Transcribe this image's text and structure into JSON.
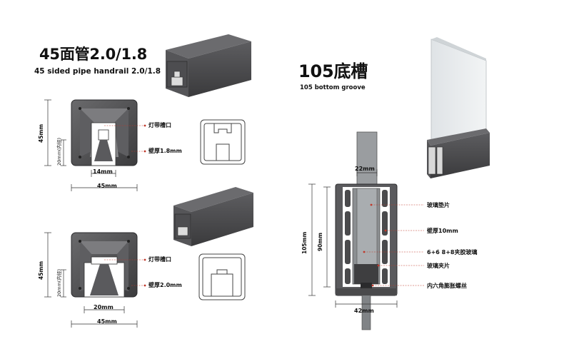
{
  "section1": {
    "title": "45面管2.0/1.8",
    "subtitle": "45 sided pipe handrail 2.0/1.8",
    "profile_a": {
      "height_label": "45mm",
      "inner_label": "20mm(内径)",
      "slot_label": "14mm",
      "width_label": "45mm",
      "callout_lamp": "灯带槽口",
      "callout_wall": "壁厚1.8mm"
    },
    "profile_b": {
      "height_label": "45mm",
      "inner_label": "20mm(内径)",
      "slot_label": "20mm",
      "width_label": "45mm",
      "callout_lamp": "灯带槽口",
      "callout_wall": "壁厚2.0mm"
    }
  },
  "section2": {
    "title": "105底槽",
    "subtitle": "105 bottom groove",
    "top_width_label": "22mm",
    "outer_height_label": "105mm",
    "inner_height_label": "90mm",
    "bottom_width_label": "42mm",
    "callouts": [
      "玻璃垫片",
      "壁厚10mm",
      "6+6 8+8夹胶玻璃",
      "玻璃夹片",
      "内六角膨胀螺丝"
    ]
  },
  "colors": {
    "profile_dark": "#4a4a4c",
    "profile_light": "#8c8c8e",
    "callout_red": "#c0392b",
    "glass": "#e8ecef"
  }
}
